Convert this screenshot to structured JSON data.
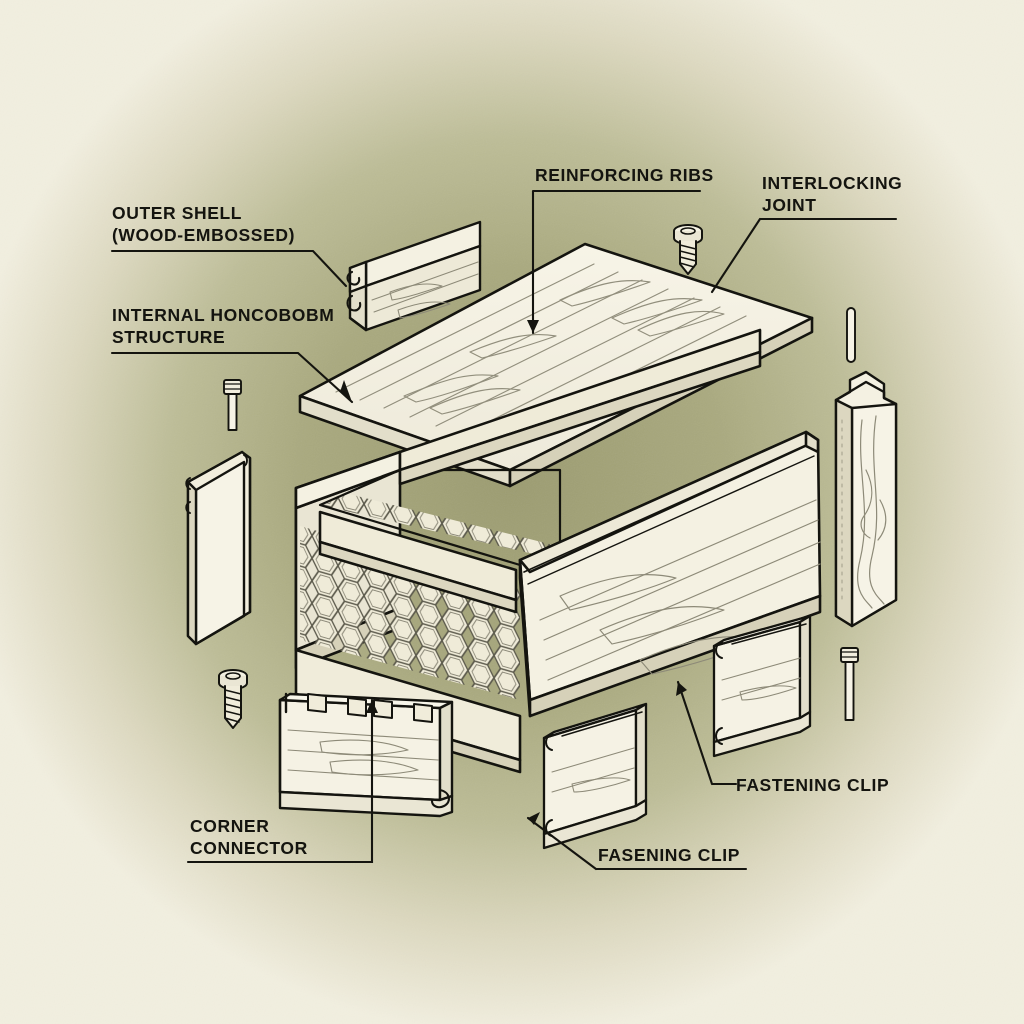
{
  "diagram": {
    "title": "Exploded assembly diagram of a wood-embossed honeycomb-core box section",
    "style": "technical line illustration, isometric exploded view",
    "background": {
      "paper_color": "#F2EFE0",
      "vignette_color": "#AFAF88",
      "vignette_shape": "radial olive glow centred on the assembly"
    },
    "palette": {
      "ink": "#14140f",
      "part_fill": "#F4F1E2",
      "part_shade": "#E6E2CF",
      "part_shade_dark": "#D8D3BC",
      "grain": "#8d8a78",
      "honeycomb_line": "#5c5a4c"
    }
  },
  "labels": [
    {
      "id": "outer-shell",
      "text_lines": [
        "OUTER SHELL",
        "(WOOD-EMBOSSED)"
      ],
      "anchor": "left",
      "leader": "underline then elbow to arrowhead on upper-left rail"
    },
    {
      "id": "internal-honeycomb",
      "text_lines": [
        "INTERNAL HONCOBOBM",
        "STRUCTURE"
      ],
      "anchor": "left",
      "leader": "underline then elbow to honeycomb core"
    },
    {
      "id": "reinforcing-ribs",
      "text_lines": [
        "REINFORCING RIBS"
      ],
      "anchor": "center",
      "leader": "underline then vertical drop with arrowhead onto top panel"
    },
    {
      "id": "interlocking-joint",
      "text_lines": [
        "INTERLOCKING",
        "JOINT"
      ],
      "anchor": "right",
      "leader": "underline then diagonal to top panel rear corner"
    },
    {
      "id": "corner-connector",
      "text_lines": [
        "CORNER",
        "CONNECTOR"
      ],
      "anchor": "left",
      "leader": "underline then elbow up with arrowhead onto connector rail"
    },
    {
      "id": "fastening-clip",
      "text_lines": [
        "FASTENING CLIP"
      ],
      "anchor": "right",
      "leader": "short dash then diagonal with arrowhead to right clip"
    },
    {
      "id": "fasening-clip",
      "text_lines": [
        "FASENING CLIP"
      ],
      "anchor": "center",
      "leader": "underline then diagonal with arrowhead to lower clip"
    }
  ],
  "parts": [
    {
      "id": "top-panel",
      "name": "top panel",
      "note": "large wood-grain embossed lid with chamfered edge"
    },
    {
      "id": "body",
      "name": "box body",
      "note": "open channel body exposing honeycomb core"
    },
    {
      "id": "honeycomb-core",
      "name": "honeycomb core",
      "note": "hexagonal cell infill"
    },
    {
      "id": "upper-rail",
      "name": "upper C-channel rail",
      "note": "top-left floating rail"
    },
    {
      "id": "left-side-panel",
      "name": "left side panel",
      "note": "flat lipped panel at left"
    },
    {
      "id": "right-side-panel",
      "name": "right side panel",
      "note": "notched grained panel at right"
    },
    {
      "id": "corner-connector-part",
      "name": "corner connector",
      "note": "C-channel with locating tabs"
    },
    {
      "id": "clip-right",
      "name": "fastening clip right",
      "note": "short C-section"
    },
    {
      "id": "clip-lower",
      "name": "fastening clip lower",
      "note": "short C-section"
    },
    {
      "id": "screw-top",
      "name": "pan-head screw",
      "note": "threaded screw, top centre"
    },
    {
      "id": "screw-left",
      "name": "pan-head screw",
      "note": "threaded screw, lower left"
    },
    {
      "id": "pin-left",
      "name": "dowel pin",
      "note": "knurled-head pin, mid left"
    },
    {
      "id": "pin-right",
      "name": "dowel pin",
      "note": "knurled-head pin, lower right"
    },
    {
      "id": "rod-right",
      "name": "plain rod",
      "note": "thin rod, upper right"
    }
  ]
}
